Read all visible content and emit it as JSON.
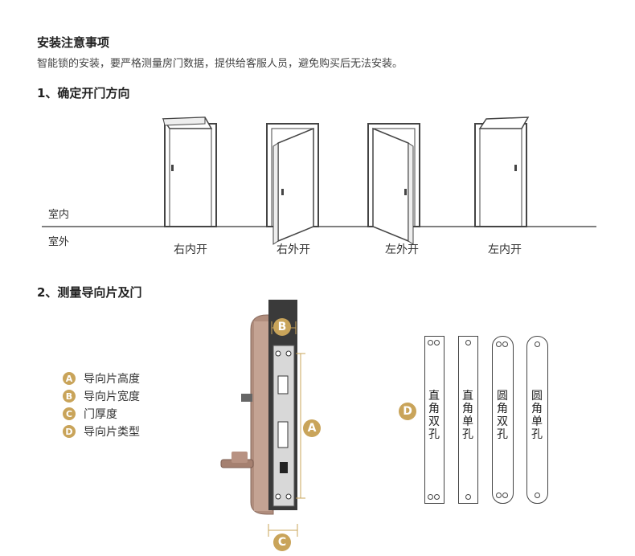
{
  "header": {
    "title": "安装注意事项",
    "description": "智能锁的安装，要严格测量房门数据，提供给客服人员，避免购买后无法安装。"
  },
  "section1": {
    "title": "1、确定开门方向",
    "indoor_label": "室内",
    "outdoor_label": "室外",
    "doors": [
      {
        "label": "右内开"
      },
      {
        "label": "右外开"
      },
      {
        "label": "左外开"
      },
      {
        "label": "左内开"
      }
    ]
  },
  "section2": {
    "title": "2、测量导向片及门",
    "legend": [
      {
        "badge": "A",
        "label": "导向片高度"
      },
      {
        "badge": "B",
        "label": "导向片宽度"
      },
      {
        "badge": "C",
        "label": "门厚度"
      },
      {
        "badge": "D",
        "label": "导向片类型"
      }
    ],
    "diagram_badges": {
      "a": "A",
      "b": "B",
      "c": "C",
      "d": "D"
    },
    "plates": [
      {
        "label": "直角双孔"
      },
      {
        "label": "直角单孔"
      },
      {
        "label": "圆角双孔"
      },
      {
        "label": "圆角单孔"
      }
    ]
  },
  "colors": {
    "accent": "#c9a45a",
    "lock_body": "#a8877a",
    "door_edge": "#3a3a3a"
  }
}
